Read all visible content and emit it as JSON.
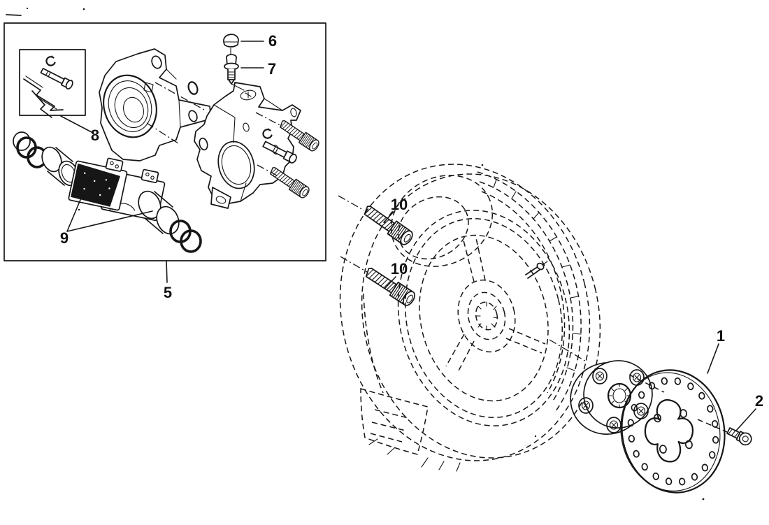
{
  "figure": {
    "kind": "exploded-parts-diagram",
    "subject": "rear wheel and brake caliper assembly",
    "colors": {
      "line": "#161616",
      "background": "#ffffff"
    }
  },
  "callouts": {
    "c1": {
      "label": "1",
      "points_to": "brake-disc"
    },
    "c2": {
      "label": "2",
      "points_to": "disc-mount-bolt"
    },
    "c5": {
      "label": "5",
      "points_to": "caliper-assembly-box"
    },
    "c6": {
      "label": "6",
      "points_to": "bleeder-cap"
    },
    "c7": {
      "label": "7",
      "points_to": "bleeder-valve"
    },
    "c8": {
      "label": "8",
      "points_to": "pad-pin-kit-inset"
    },
    "c9": {
      "label": "9",
      "points_to": "brake-pads"
    },
    "c10a": {
      "label": "10",
      "points_to": "caliper-mount-bolt-upper"
    },
    "c10b": {
      "label": "10",
      "points_to": "caliper-mount-bolt-lower"
    }
  }
}
